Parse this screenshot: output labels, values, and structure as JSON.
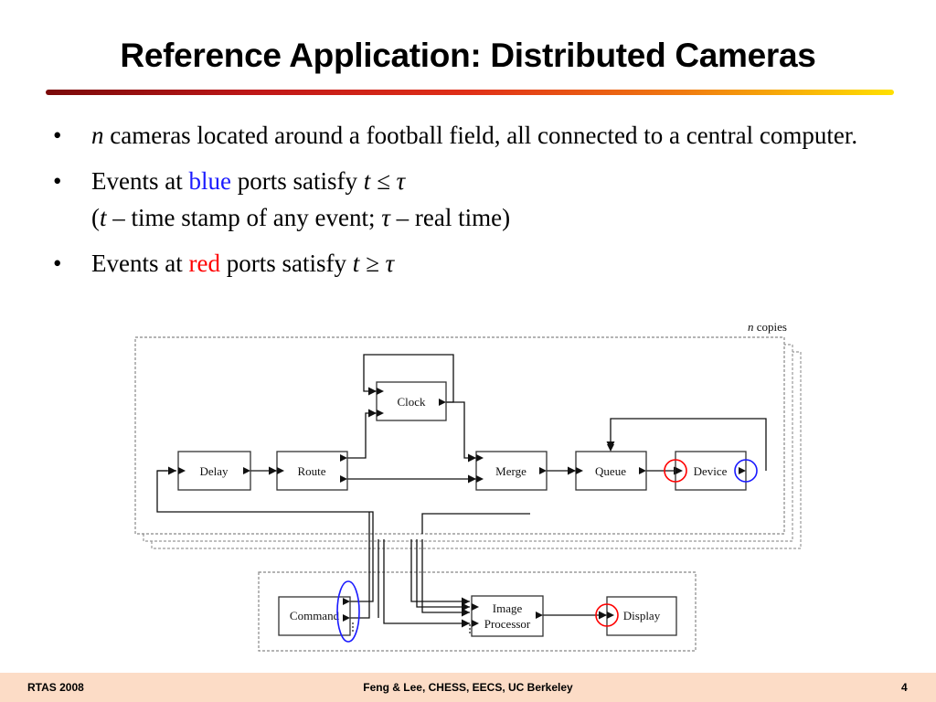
{
  "title": "Reference Application: Distributed Cameras",
  "bullets": {
    "b1": {
      "var_n": "n",
      "rest": " cameras located around a football field, all connected to a central computer."
    },
    "b2": {
      "pre": "Events at ",
      "colored": "blue",
      "post": " ports satisfy ",
      "cond": "t ≤ τ",
      "line2_open": "(",
      "line2_t": "t",
      "line2_mid": " – time stamp of any event; ",
      "line2_tau": "τ",
      "line2_end": " – real time)"
    },
    "b3": {
      "pre": "Events at ",
      "colored": "red",
      "post": " ports satisfy ",
      "cond": "t ≥ τ"
    }
  },
  "diagram": {
    "copies_label_var": "n",
    "copies_label": " copies",
    "blocks": {
      "clock": "Clock",
      "delay": "Delay",
      "route": "Route",
      "merge": "Merge",
      "queue": "Queue",
      "device": "Device",
      "command": "Command",
      "image_processor_line1": "Image",
      "image_processor_line2": "Processor",
      "display": "Display"
    }
  },
  "footer": {
    "left": "RTAS 2008",
    "center": "Feng & Lee, CHESS, EECS, UC Berkeley",
    "page": "4"
  },
  "colors": {
    "blue_port": "#1a1aff",
    "red_port": "#ff0000",
    "footer_bg": "#fcdcc6"
  }
}
